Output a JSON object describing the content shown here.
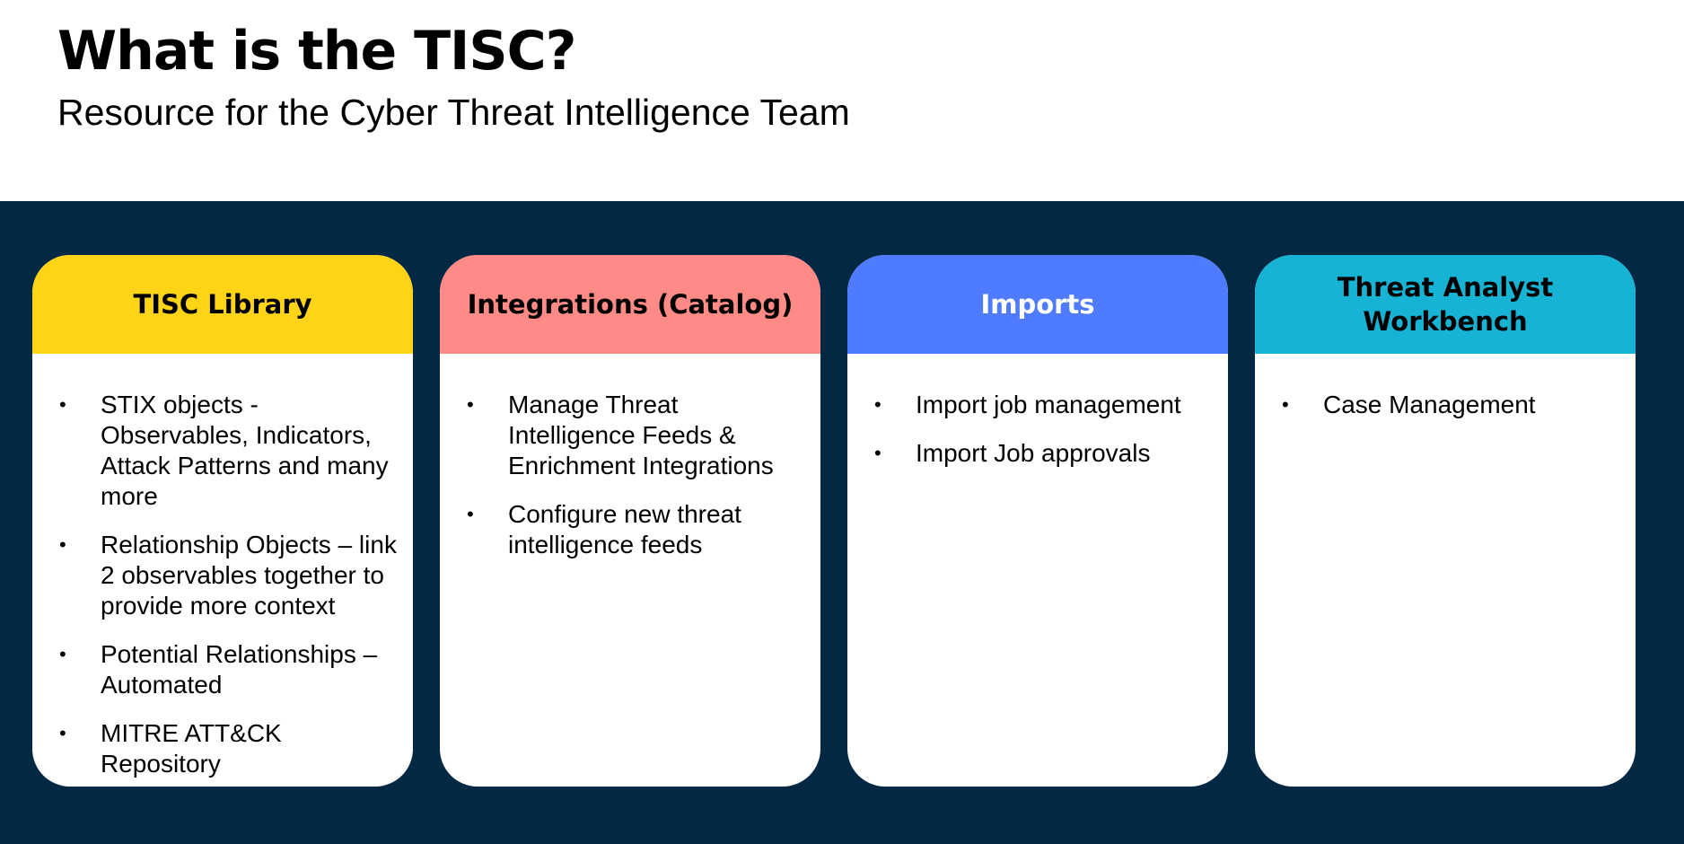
{
  "slide": {
    "title": "What is the TISC?",
    "subtitle": "Resource for the Cyber Threat Intelligence Team"
  },
  "colors": {
    "band": "#022843",
    "card_library": "#FFD416",
    "card_integrations": "#FF8A86",
    "card_imports": "#4E7BFF",
    "card_workbench": "#16B3D4"
  },
  "cards": [
    {
      "header": "TISC Library",
      "items": [
        "STIX objects - Observables, Indicators, Attack Patterns and many more",
        "Relationship Objects – link 2 observables together to provide more context",
        "Potential Relationships – Automated",
        "MITRE ATT&CK Repository"
      ]
    },
    {
      "header": "Integrations (Catalog)",
      "items": [
        "Manage Threat Intelligence Feeds & Enrichment Integrations",
        "Configure new threat intelligence feeds"
      ]
    },
    {
      "header": "Imports",
      "items": [
        "Import job management",
        "Import Job approvals"
      ]
    },
    {
      "header": "Threat Analyst Workbench",
      "items": [
        "Case Management"
      ]
    }
  ]
}
